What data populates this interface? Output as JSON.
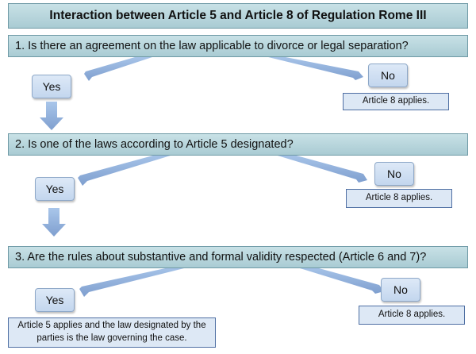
{
  "title": "Interaction between Article 5 and Article 8 of Regulation Rome III",
  "steps": [
    {
      "question": "1. Is there an agreement on the law applicable to divorce or legal separation?",
      "yes": "Yes",
      "no": "No",
      "no_outcome": "Article 8 applies."
    },
    {
      "question": "2. Is one of the laws according to Article 5 designated?",
      "yes": "Yes",
      "no": "No",
      "no_outcome": "Article 8 applies."
    },
    {
      "question": "3. Are the rules about substantive and formal validity respected (Article 6 and 7)?",
      "yes": "Yes",
      "no": "No",
      "no_outcome": "Article 8 applies.",
      "yes_outcome": "Article 5 applies and the law designated by the parties is the law governing the case."
    }
  ],
  "colors": {
    "box_fill": "#b7d6dc",
    "arrow_fill": "#8eb1dd",
    "note_border": "#4f6fa3"
  }
}
